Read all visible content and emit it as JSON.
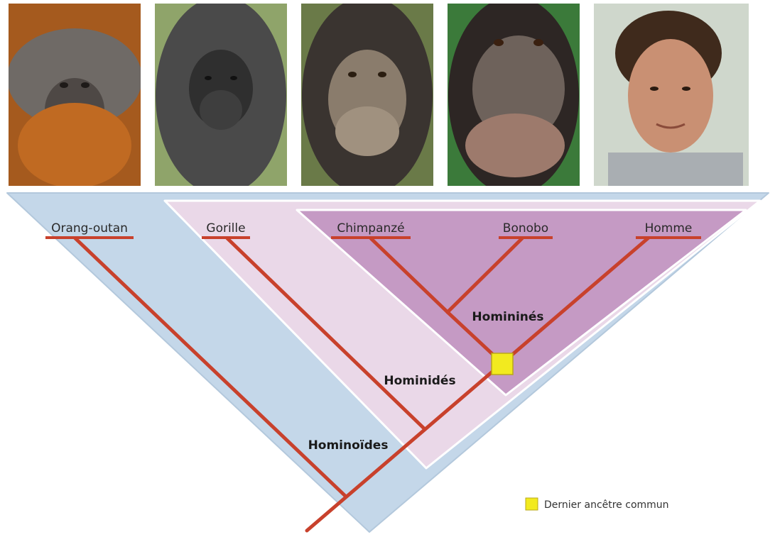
{
  "species": {
    "orang": "Orang-outan",
    "gorille": "Gorille",
    "chimpanze": "Chimpanzé",
    "bonobo": "Bonobo",
    "homme": "Homme"
  },
  "groups": {
    "hominoides": "Hominoïdes",
    "hominides": "Hominidés",
    "hominines": "Homininés"
  },
  "legend": {
    "label": "Dernier ancêtre commun"
  },
  "colors": {
    "branch": "#c8412c",
    "ancestor": "#f2ea1f",
    "hominoides": "#c4d7e9",
    "hominides": "#ead8e8",
    "hominines": "#c59ac4"
  }
}
